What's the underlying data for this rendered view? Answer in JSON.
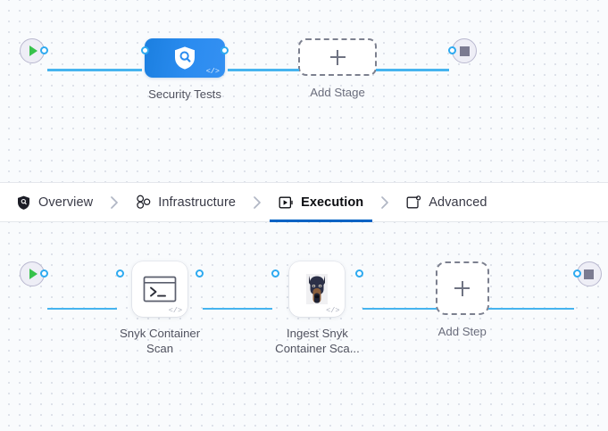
{
  "theme": {
    "canvas_bg": "#f9fbfd",
    "grid_dot": "#d9dde6",
    "wire": "#46b4ef",
    "port_ring": "#2eaaf0",
    "stage_blue": "#2b8cf0",
    "active_tab_underline": "#0263c4",
    "start_play_green": "#37c24b",
    "end_square_gray": "#7b7b91",
    "terminal_circle_bg": "#eeeef6",
    "dashed_border": "#7c808f",
    "label_text": "#50525f"
  },
  "stage_canvas": {
    "start_node": {
      "icon": "play-triangle-icon",
      "name": "pipeline-start"
    },
    "end_node": {
      "icon": "stop-square-icon",
      "name": "pipeline-end"
    },
    "nodes": [
      {
        "id": "security-tests",
        "label": "Security Tests",
        "icon": "shield-magnifier-icon",
        "badge": "</>",
        "type": "stage"
      },
      {
        "id": "add-stage",
        "label": "Add Stage",
        "icon": "plus-icon",
        "type": "add"
      }
    ]
  },
  "tabbar": {
    "tabs": [
      {
        "id": "overview",
        "label": "Overview",
        "icon": "shield-filled-icon",
        "active": false
      },
      {
        "id": "infrastructure",
        "label": "Infrastructure",
        "icon": "nodes-graph-icon",
        "active": false
      },
      {
        "id": "execution",
        "label": "Execution",
        "icon": "play-box-icon",
        "active": true
      },
      {
        "id": "advanced",
        "label": "Advanced",
        "icon": "window-gear-icon",
        "active": false
      }
    ],
    "separator_icon": "chevron-right-icon"
  },
  "step_canvas": {
    "start_node": {
      "icon": "play-triangle-icon",
      "name": "execution-start"
    },
    "end_node": {
      "icon": "stop-square-icon",
      "name": "execution-end"
    },
    "nodes": [
      {
        "id": "snyk-container-scan",
        "label": "Snyk Container\nScan",
        "icon": "terminal-prompt-icon",
        "badge": "</>",
        "type": "step"
      },
      {
        "id": "ingest-snyk-container-scan",
        "label": "Ingest Snyk\nContainer Sca...",
        "icon": "doberman-head-icon",
        "badge": "</>",
        "type": "step"
      },
      {
        "id": "add-step",
        "label": "Add Step",
        "icon": "plus-icon",
        "type": "add"
      }
    ]
  }
}
